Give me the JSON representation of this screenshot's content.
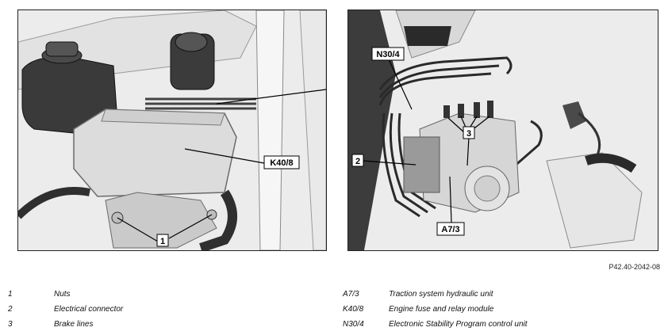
{
  "figure_ref": "P42.40-2042-08",
  "callouts": {
    "c1": "1",
    "c2": "2",
    "c3": "3",
    "k40": "K40/8",
    "n30": "N30/4",
    "a7": "A7/3"
  },
  "legend_left": [
    {
      "code": "1",
      "text": "Nuts"
    },
    {
      "code": "2",
      "text": "Electrical connector"
    },
    {
      "code": "3",
      "text": "Brake lines"
    }
  ],
  "legend_right": [
    {
      "code": "A7/3",
      "text": "Traction system hydraulic unit"
    },
    {
      "code": "K40/8",
      "text": "Engine fuse and relay module"
    },
    {
      "code": "N30/4",
      "text": "Electronic Stability Program control unit"
    }
  ]
}
